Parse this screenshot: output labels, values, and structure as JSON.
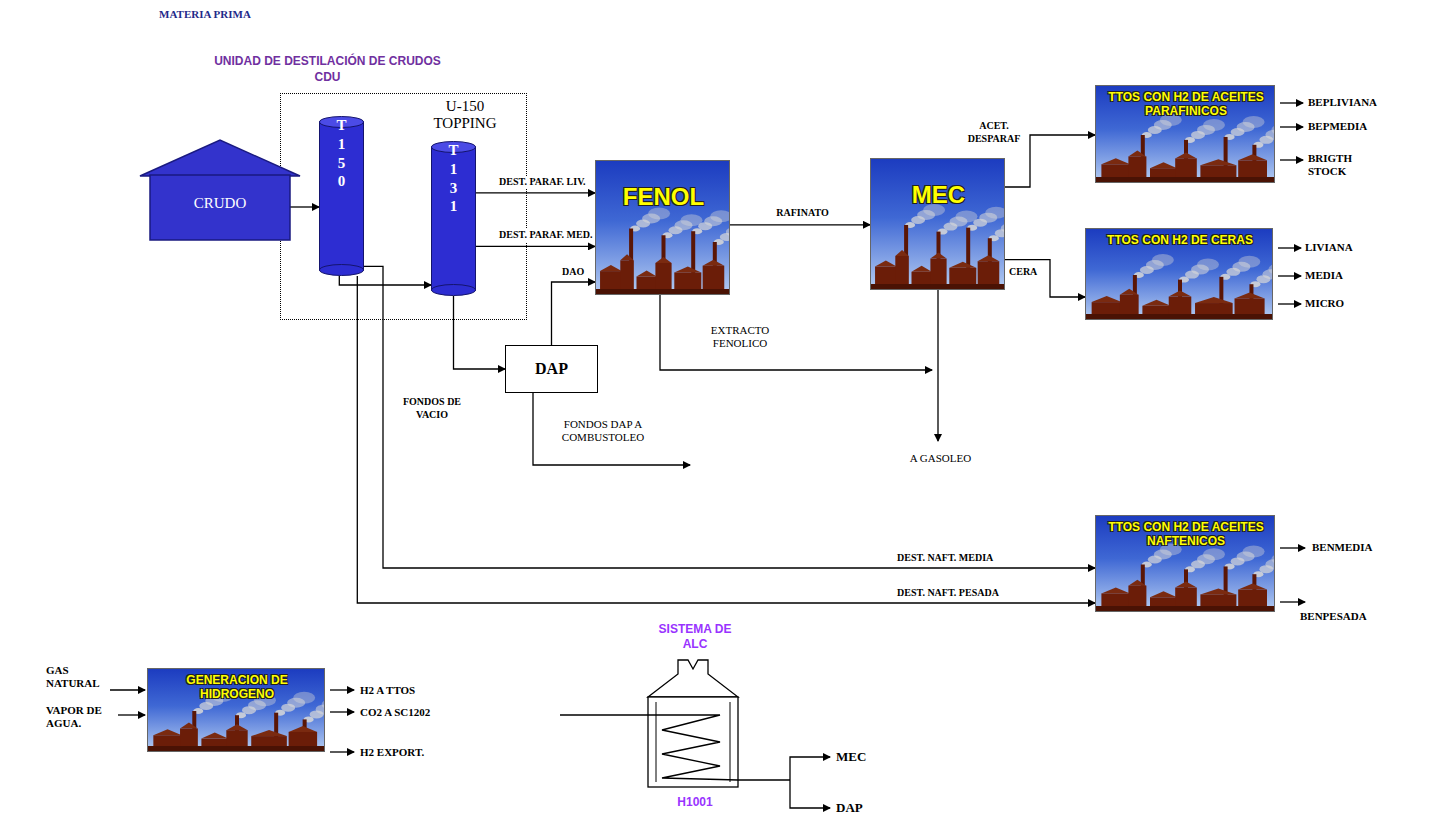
{
  "diagram": {
    "title": "MATERIA PRIMA",
    "nodes": [
      {
        "text": [
          "UNIDAD DE DESTILACIÓN DE CRUDOS CDU",
          "U-150 TOPPING"
        ]
      },
      {
        "text": [
          "CRUDO"
        ]
      },
      {
        "text": [
          "T 1 5 0"
        ],
        "in": 0
      },
      {
        "text": [
          "T 1 3 1"
        ],
        "in": 0
      },
      {
        "text": [
          "FENOL"
        ]
      },
      {
        "text": [
          "MEC"
        ]
      },
      {
        "text": [
          "TTOS CON H2 DE ACEITES PARAFINICOS"
        ]
      },
      {
        "text": [
          "TTOS CON H2 DE CERAS"
        ]
      },
      {
        "text": [
          "DAP"
        ]
      },
      {
        "text": [
          "TTOS CON H2 DE ACEITES NAFTENICOS"
        ]
      },
      {
        "text": [
          "GENERACION DE HIDROGENO"
        ]
      },
      {
        "text": [
          "SISTEMA DE ALC",
          "H1001"
        ]
      }
    ],
    "edges": [
      {
        "from": 1,
        "to": 2,
        "arrow": "to"
      },
      {
        "from": 2,
        "to": 3,
        "arrow": "to"
      },
      {
        "from": 3,
        "to": 4,
        "label": "DEST. PARAF. LIV.",
        "arrow": "to"
      },
      {
        "from": 3,
        "to": 4,
        "label": "DEST. PARAF. MED.",
        "arrow": "to"
      },
      {
        "from": 3,
        "to": 8,
        "label": "FONDOS DE VACIO",
        "arrow": "to"
      },
      {
        "from": 8,
        "to": 4,
        "label": "DAO",
        "arrow": "to"
      },
      {
        "from": 4,
        "to": 5,
        "label": "RAFINATO",
        "arrow": "to"
      },
      {
        "from": 5,
        "to": 6,
        "label": "ACET. DESPARAF",
        "arrow": "to"
      },
      {
        "from": 5,
        "to": 7,
        "label": "CERA",
        "arrow": "to"
      },
      {
        "from": 2,
        "to": 9,
        "label": "DEST. NAFT. MEDIA",
        "arrow": "to"
      },
      {
        "from": 2,
        "to": 9,
        "label": "DEST. NAFT. PESADA",
        "arrow": "to"
      }
    ],
    "labels": [
      "BEPLIVIANA",
      "BEPMEDIA",
      "BRIGTH STOCK",
      "LIVIANA",
      "MEDIA",
      "MICRO",
      "EXTRACTO FENOLICO",
      "FONDOS DAP A COMBUSTOLEO",
      "A GASOLEO",
      "BENMEDIA",
      "BENPESADA",
      "GAS NATURAL",
      "VAPOR DE AGUA.",
      "H2 A TTOS",
      "CO2 A SC1202",
      "H2 EXPORT.",
      "MEC",
      "DAP"
    ]
  }
}
